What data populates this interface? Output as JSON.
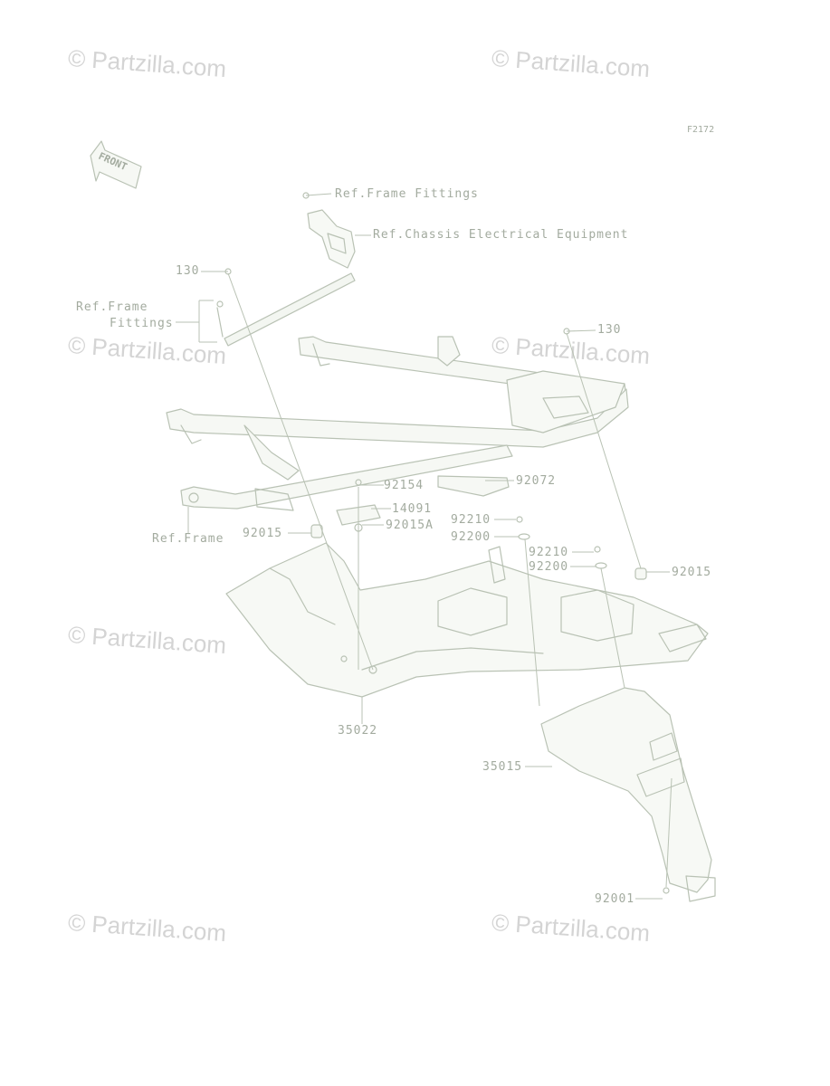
{
  "diagram": {
    "figure_code": "F2172",
    "front_arrow_text": "FRONT",
    "watermark": "© Partzilla.com",
    "labels": {
      "ref_frame_fittings_top": "Ref.Frame Fittings",
      "ref_chassis_elec": "Ref.Chassis Electrical Equipment",
      "p130_left": "130",
      "ref_frame_fittings_left_1": "Ref.Frame",
      "ref_frame_fittings_left_2": "Fittings",
      "p130_right": "130",
      "p92154": "92154",
      "p92072": "92072",
      "p14091": "14091",
      "p92015A": "92015A",
      "p92210_a": "92210",
      "p92200_a": "92200",
      "p92015_left": "92015",
      "ref_frame": "Ref.Frame",
      "p92210_b": "92210",
      "p92200_b": "92200",
      "p92015_right": "92015",
      "p35022": "35022",
      "p35015": "35015",
      "p92001": "92001"
    }
  }
}
